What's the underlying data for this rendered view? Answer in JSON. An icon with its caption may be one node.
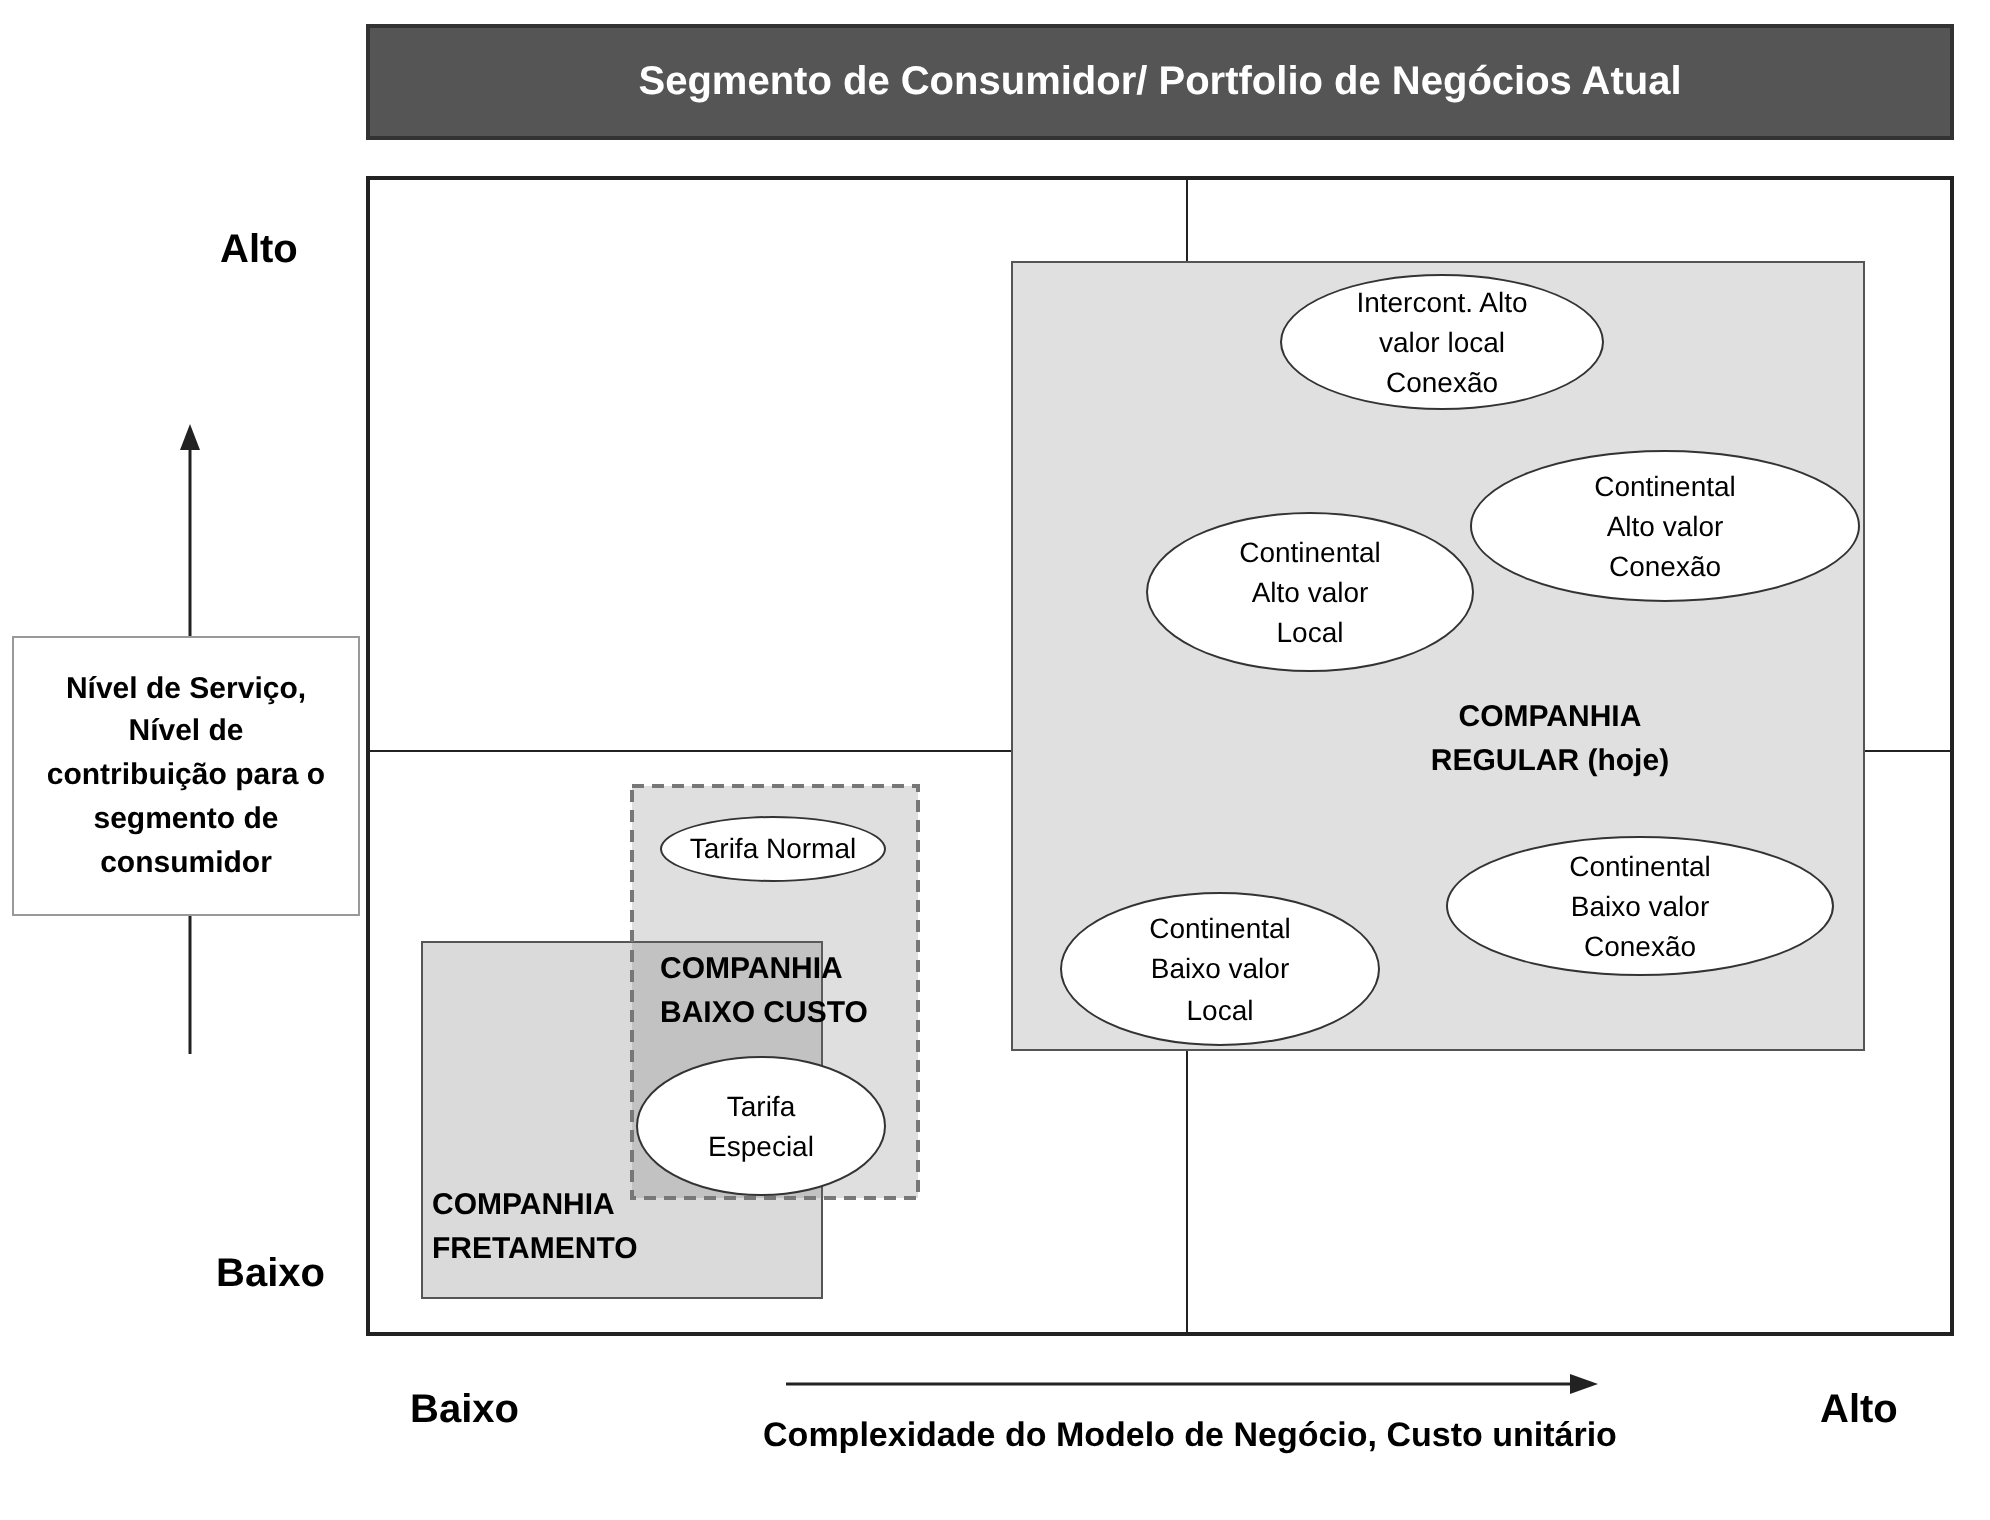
{
  "diagram": {
    "title": "Segmento de Consumidor/ Portfolio de Negócios Atual",
    "nodes": [
      {
        "text": [
          "COMPANHIA REGULAR (hoje)"
        ]
      },
      {
        "text": [
          "Intercont. Alto valor local Conexão"
        ],
        "in": 0
      },
      {
        "text": [
          "Continental Alto valor Conexão"
        ],
        "in": 0
      },
      {
        "text": [
          "Continental Alto valor Local"
        ],
        "in": 0
      },
      {
        "text": [
          "Continental Baixo valor Conexão"
        ],
        "in": 0
      },
      {
        "text": [
          "Continental Baixo valor Local"
        ],
        "in": 0
      },
      {
        "text": [
          "COMPANHIA FRETAMENTO"
        ]
      },
      {
        "text": [
          "COMPANHIA BAIXO CUSTO"
        ]
      },
      {
        "text": [
          "Tarifa Normal"
        ],
        "in": 7
      },
      {
        "text": [
          "Tarifa Especial"
        ],
        "in": 7
      },
      {
        "text": [
          "Nível de Serviço, Nível de contribuição para o segmento de consumidor"
        ]
      }
    ],
    "labels": [
      "Alto",
      "Baixo",
      "Baixo",
      "Complexidade do Modelo de Negócio, Custo unitário",
      "Alto"
    ]
  }
}
